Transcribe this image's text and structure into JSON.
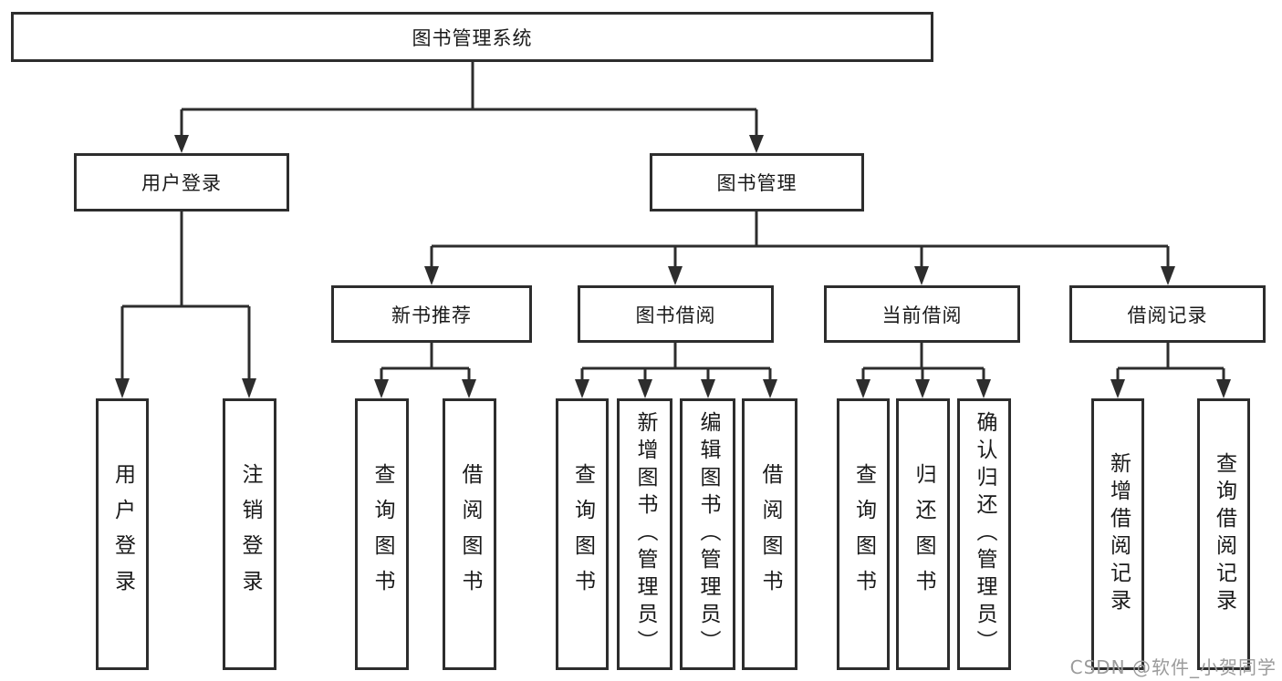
{
  "diagram": {
    "root": {
      "label": "图书管理系统"
    },
    "branches": [
      {
        "label": "用户登录",
        "children": [
          {
            "label": "用户登录"
          },
          {
            "label": "注销登录"
          }
        ]
      },
      {
        "label": "图书管理",
        "children": [
          {
            "label": "新书推荐",
            "children": [
              {
                "label": "查询图书"
              },
              {
                "label": "借阅图书"
              }
            ]
          },
          {
            "label": "图书借阅",
            "children": [
              {
                "label": "查询图书"
              },
              {
                "label": "新增图书（管理员）"
              },
              {
                "label": "编辑图书（管理员）"
              },
              {
                "label": "借阅图书"
              }
            ]
          },
          {
            "label": "当前借阅",
            "children": [
              {
                "label": "查询图书"
              },
              {
                "label": "归还图书"
              },
              {
                "label": "确认归还（管理员）"
              }
            ]
          },
          {
            "label": "借阅记录",
            "children": [
              {
                "label": "新增借阅记录"
              },
              {
                "label": "查询借阅记录"
              }
            ]
          }
        ]
      }
    ]
  },
  "watermark": {
    "text": "CSDN @软件_小贺同学"
  },
  "colors": {
    "line": "#2d2d2d",
    "box_border": "#2d2d2d",
    "text": "#1a1a1a",
    "watermark": "#9b9b9b",
    "background": "#ffffff"
  }
}
